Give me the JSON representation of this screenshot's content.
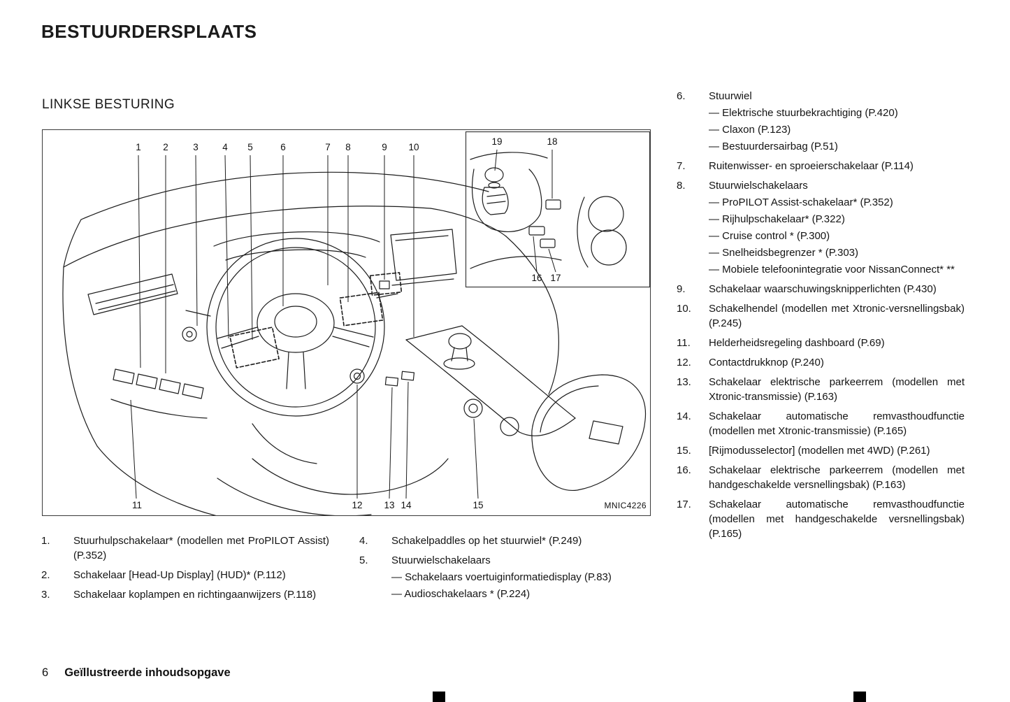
{
  "page": {
    "title": "BESTUURDERSPLAATS",
    "section_heading": "LINKSE BESTURING",
    "footer": {
      "page_number": "6",
      "label": "Geïllustreerde inhoudsopgave"
    }
  },
  "figure": {
    "code": "MNIC4226",
    "top_callouts": [
      "1",
      "2",
      "3",
      "4",
      "5",
      "6",
      "7",
      "8",
      "9",
      "10"
    ],
    "bottom_callouts": [
      "11",
      "12",
      "13",
      "14",
      "15"
    ],
    "inset_callouts": [
      "19",
      "18",
      "16",
      "17"
    ]
  },
  "legend_left": [
    {
      "num": "1.",
      "text": "Stuurhulpschakelaar* (modellen met ProPILOT Assist) (P.352)"
    },
    {
      "num": "2.",
      "text": "Schakelaar [Head-Up Display] (HUD)* (P.112)"
    },
    {
      "num": "3.",
      "text": "Schakelaar koplampen en richtingaanwijzers (P.118)"
    }
  ],
  "legend_middle": [
    {
      "num": "4.",
      "text": "Schakelpaddles op het stuurwiel* (P.249)"
    },
    {
      "num": "5.",
      "text": "Stuurwielschakelaars",
      "subs": [
        "— Schakelaars voertuiginformatiedisplay (P.83)",
        "— Audioschakelaars * (P.224)"
      ]
    }
  ],
  "legend_right": [
    {
      "num": "6.",
      "text": "Stuurwiel",
      "subs": [
        "— Elektrische stuurbekrachtiging (P.420)",
        "— Claxon (P.123)",
        "— Bestuurdersairbag (P.51)"
      ]
    },
    {
      "num": "7.",
      "text": "Ruitenwisser- en sproeierschakelaar (P.114)"
    },
    {
      "num": "8.",
      "text": "Stuurwielschakelaars",
      "subs": [
        "— ProPILOT Assist-schakelaar* (P.352)",
        "— Rijhulpschakelaar* (P.322)",
        "— Cruise control * (P.300)",
        "— Snelheidsbegrenzer * (P.303)",
        "— Mobiele telefoonintegratie voor NissanConnect* **"
      ]
    },
    {
      "num": "9.",
      "text": "Schakelaar waarschuwingsknipperlichten (P.430)"
    },
    {
      "num": "10.",
      "text": "Schakelhendel (modellen met Xtronic-versnellingsbak) (P.245)"
    },
    {
      "num": "11.",
      "text": "Helderheidsregeling dashboard (P.69)"
    },
    {
      "num": "12.",
      "text": "Contactdrukknop (P.240)"
    },
    {
      "num": "13.",
      "text": "Schakelaar elektrische parkeerrem (modellen met Xtronic-transmissie) (P.163)"
    },
    {
      "num": "14.",
      "text": "Schakelaar automatische remvasthoudfunctie (modellen met Xtronic-transmissie) (P.165)"
    },
    {
      "num": "15.",
      "text": "[Rijmodusselector] (modellen met 4WD) (P.261)"
    },
    {
      "num": "16.",
      "text": "Schakelaar elektrische parkeerrem (modellen met handgeschakelde versnellingsbak) (P.163)"
    },
    {
      "num": "17.",
      "text": "Schakelaar automatische remvasthoudfunctie (modellen met handgeschakelde versnellingsbak) (P.165)"
    }
  ]
}
